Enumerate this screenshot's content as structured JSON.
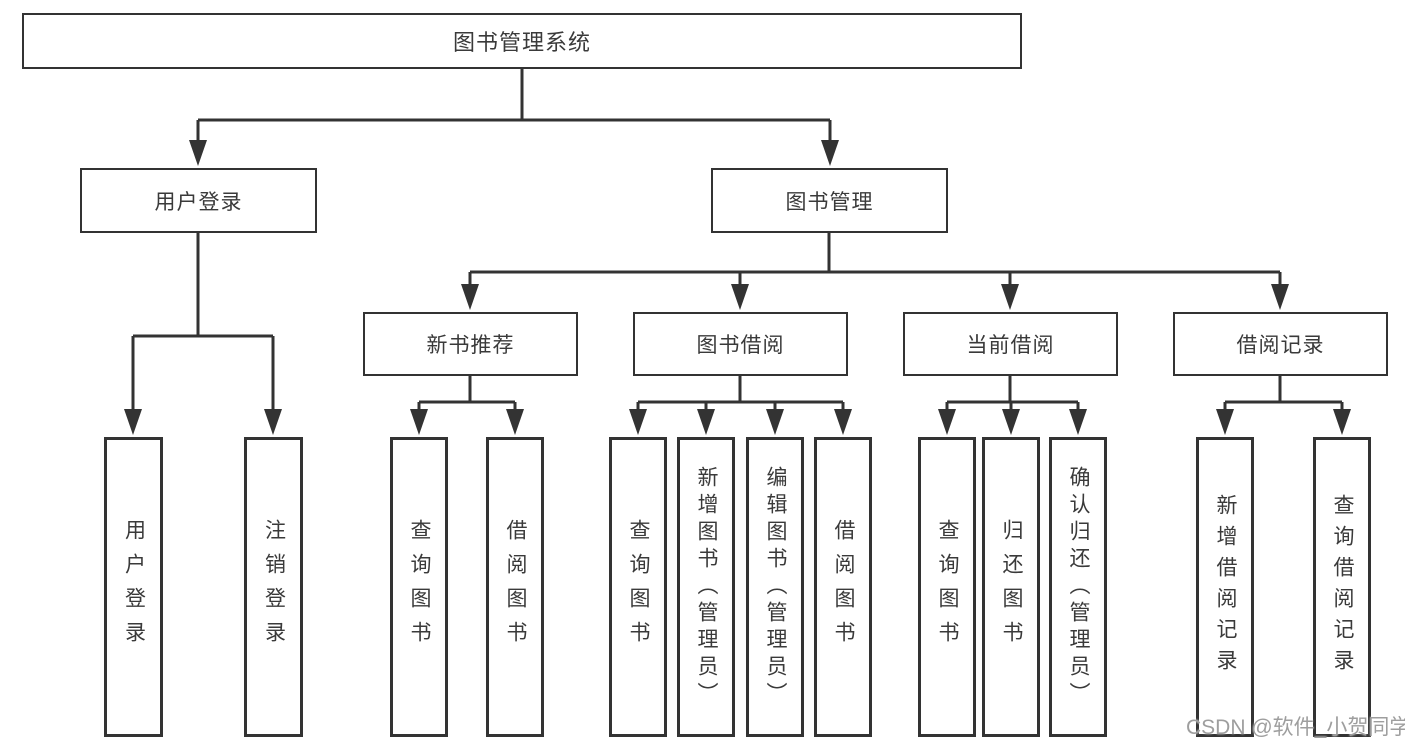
{
  "diagram": {
    "root": "图书管理系统",
    "branches": [
      {
        "label": "用户登录",
        "leaves": [
          "用户登录",
          "注销登录"
        ]
      },
      {
        "label": "图书管理",
        "groups": [
          {
            "label": "新书推荐",
            "leaves": [
              "查询图书",
              "借阅图书"
            ]
          },
          {
            "label": "图书借阅",
            "leaves": [
              "查询图书",
              "新增图书（管理员）",
              "编辑图书（管理员）",
              "借阅图书"
            ]
          },
          {
            "label": "当前借阅",
            "leaves": [
              "查询图书",
              "归还图书",
              "确认归还（管理员）"
            ]
          },
          {
            "label": "借阅记录",
            "leaves": [
              "新增借阅记录",
              "查询借阅记录"
            ]
          }
        ]
      }
    ]
  },
  "watermark": "CSDN @软件_小贺同学",
  "colors": {
    "line": "#333333",
    "box_border": "#333333",
    "text": "#3a3a3a",
    "watermark": "#9e9e9e",
    "background": "#ffffff"
  }
}
